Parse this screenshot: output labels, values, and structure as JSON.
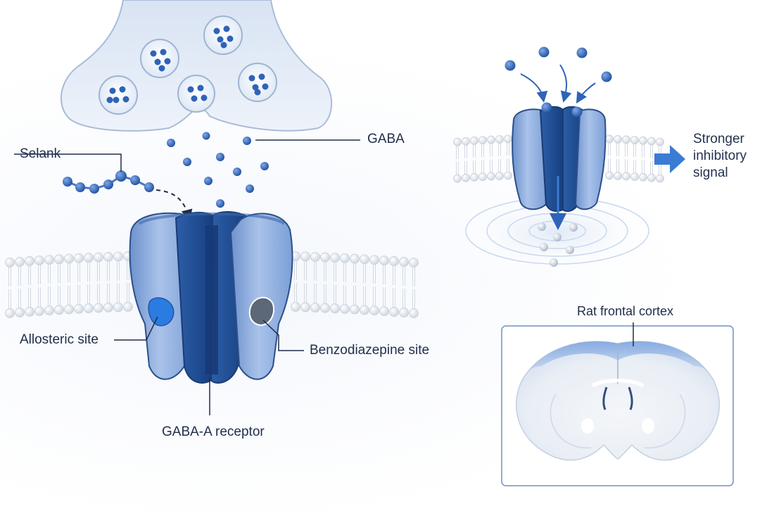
{
  "labels": {
    "gaba": "GABA",
    "selank": "Selank",
    "allosteric_site": "Allosteric site",
    "benzodiazepine_site": "Benzodiazepine site",
    "gaba_a_receptor": "GABA-A receptor",
    "signal_line1": "Stronger",
    "signal_line2": "inhibitory",
    "signal_line3": "signal",
    "rat_frontal_cortex": "Rat frontal cortex"
  },
  "colors": {
    "receptor_light": "#8fb0e0",
    "receptor_dark": "#1f4f96",
    "gaba_dot": "#2f63b8",
    "allosteric_site": "#2b7ce0",
    "benzodiazepine_site": "#5c6777",
    "label_text": "#1f2e4a",
    "arrow": "#3a7bd5",
    "cortex_highlight": "#7fa6e0"
  }
}
